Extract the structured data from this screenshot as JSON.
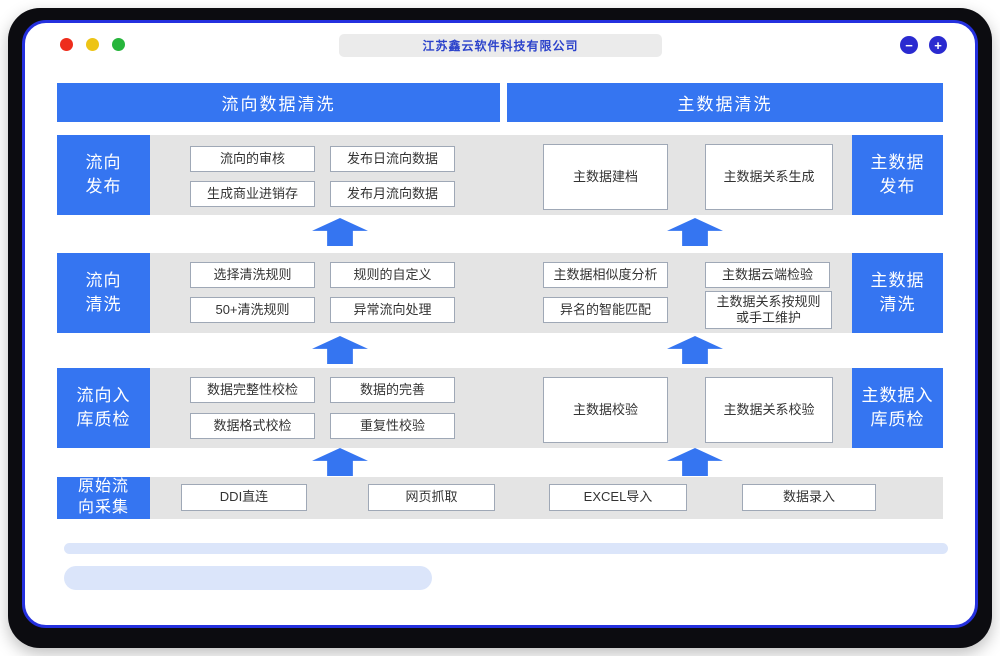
{
  "window": {
    "title": "江苏鑫云软件科技有限公司",
    "minimize_label": "−",
    "maximize_label": "+"
  },
  "colors": {
    "accent_blue": "#3575f1",
    "band_gray": "#e4e4e4",
    "frame_border_blue": "#2430de",
    "frame_dark": "#0c0c10",
    "skeleton_blue": "#dbe5fa",
    "dot_red": "#ee2d1c",
    "dot_yellow": "#edc416",
    "dot_green": "#27b53c",
    "control_indigo": "#2a2ad0",
    "box_border": "#9fa8b6"
  },
  "headers": {
    "flow": "流向数据清洗",
    "master": "主数据清洗"
  },
  "stages": [
    {
      "flow_label_lines": [
        "流向",
        "发布"
      ],
      "master_label_lines": [
        "主数据",
        "发布"
      ],
      "flow_boxes": [
        "流向的审核",
        "发布日流向数据",
        "生成商业进销存",
        "发布月流向数据"
      ],
      "master_boxes": [
        "主数据建档",
        "主数据关系生成"
      ]
    },
    {
      "flow_label_lines": [
        "流向",
        "清洗"
      ],
      "master_label_lines": [
        "主数据",
        "清洗"
      ],
      "flow_boxes": [
        "选择清洗规则",
        "规则的自定义",
        "50+清洗规则",
        "异常流向处理"
      ],
      "master_boxes": [
        "主数据相似度分析",
        "主数据云端检验",
        "异名的智能匹配"
      ],
      "master_box_two_line": [
        "主数据关系按规则",
        "或手工维护"
      ]
    },
    {
      "flow_label_lines": [
        "流向入",
        "库质检"
      ],
      "master_label_lines": [
        "主数据入",
        "库质检"
      ],
      "flow_boxes": [
        "数据完整性校检",
        "数据的完善",
        "数据格式校检",
        "重复性校验"
      ],
      "master_boxes": [
        "主数据校验",
        "主数据关系校验"
      ]
    },
    {
      "flow_label_lines": [
        "原始流",
        "向采集"
      ],
      "boxes": [
        "DDI直连",
        "网页抓取",
        "EXCEL导入",
        "数据录入"
      ]
    }
  ]
}
